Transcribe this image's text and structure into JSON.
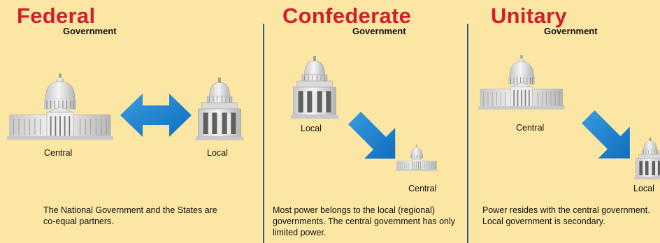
{
  "panels": {
    "federal": {
      "title": "Federal",
      "subtitle": "Government",
      "label_a": "Central",
      "label_b": "Local",
      "description": "The National Government and the States are co-equal partners."
    },
    "confederate": {
      "title": "Confederate",
      "subtitle": "Government",
      "label_a": "Local",
      "label_b": "Central",
      "description": "Most power belongs to the local (regional) governments. The central government has only limited power."
    },
    "unitary": {
      "title": "Unitary",
      "subtitle": "Government",
      "label_a": "Central",
      "label_b": "Local",
      "description": "Power resides with the central government. Local government is secondary."
    }
  },
  "colors": {
    "background": "#fbe6a4",
    "title_red": "#d11f2b",
    "arrow_blue": "#1a7fcc",
    "divider_blue": "#355a8a"
  }
}
